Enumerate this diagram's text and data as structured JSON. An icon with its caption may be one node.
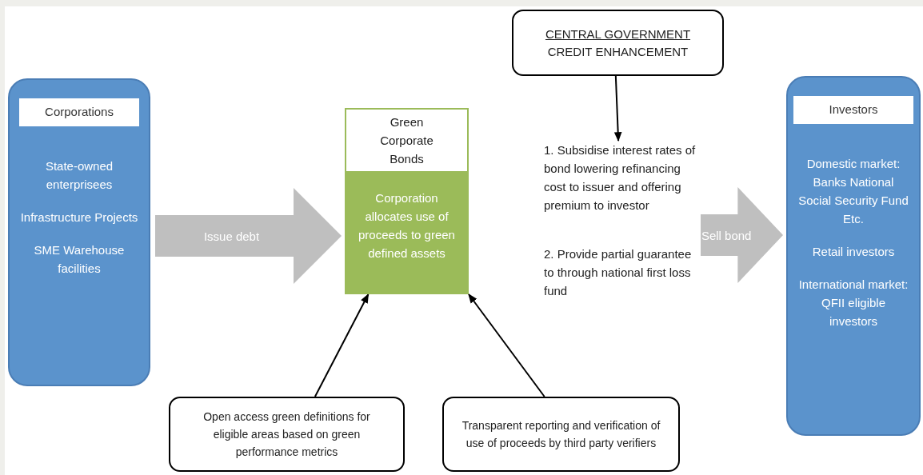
{
  "diagram": {
    "nodes": [
      {
        "text": [
          "Corporations",
          "State-owned enterprisees",
          "Infrastructure Projects",
          "SME Warehouse facilities"
        ]
      },
      {
        "text": [
          "Green Corporate Bonds",
          "Corporation allocates use of proceeds to green defined assets"
        ]
      },
      {
        "text": [
          "CENTRAL GOVERNMENT",
          "CREDIT ENHANCEMENT"
        ]
      },
      {
        "text": [
          "1. Subsidise interest rates of bond lowering refinancing cost to issuer and offering premium to investor",
          "2. Provide partial guarantee to through national first loss fund"
        ]
      },
      {
        "text": [
          "Investors",
          "Domestic market: Banks National Social Security Fund Etc.",
          "Retail investors",
          "International market: QFII eligible investors"
        ]
      },
      {
        "text": [
          "Open access green definitions for eligible areas based on green performance metrics"
        ]
      },
      {
        "text": [
          "Transparent reporting and verification of use of proceeds by third party verifiers"
        ]
      }
    ],
    "edges": [
      {
        "from": 0,
        "to": 1,
        "arrow": "to",
        "label": "Issue debt",
        "style": "thick",
        "color": "#bfbfbf"
      },
      {
        "from": 2,
        "to": 3,
        "arrow": "to"
      },
      {
        "from": 3,
        "to": 4,
        "arrow": "to",
        "label": "Sell bond",
        "style": "thick",
        "color": "#bfbfbf"
      },
      {
        "from": 5,
        "to": 1,
        "arrow": "to"
      },
      {
        "from": 6,
        "to": 1,
        "arrow": "to"
      }
    ]
  }
}
